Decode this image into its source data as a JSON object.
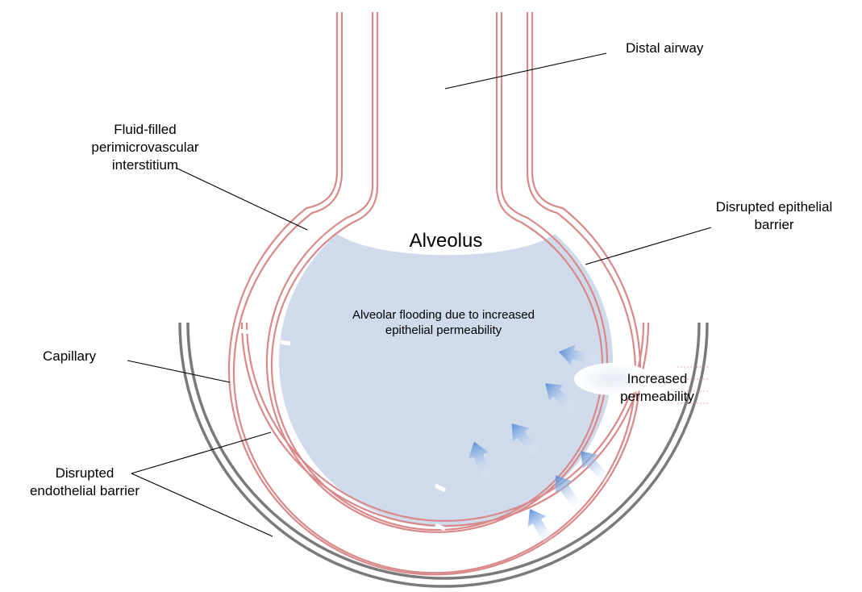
{
  "labels": {
    "distal_airway": "Distal airway",
    "fluid_interstitium": "Fluid-filled\nperimicrovascular\ninterstitium",
    "disrupted_epithelial": "Disrupted epithelial\nbarrier",
    "alveolus": "Alveolus",
    "alveolar_flooding": "Alveolar flooding due to increased\nepithelial permeability",
    "capillary": "Capillary",
    "increased_permeability": "Increased\npermeability",
    "disrupted_endothelial": "Disrupted\nendothelial barrier"
  },
  "colors": {
    "membrane": "#d9898a",
    "capillary_wall": "#7a7a7a",
    "fluid": "#cfdbeb",
    "arrow": "#6e9fdb",
    "leader": "#000000"
  }
}
